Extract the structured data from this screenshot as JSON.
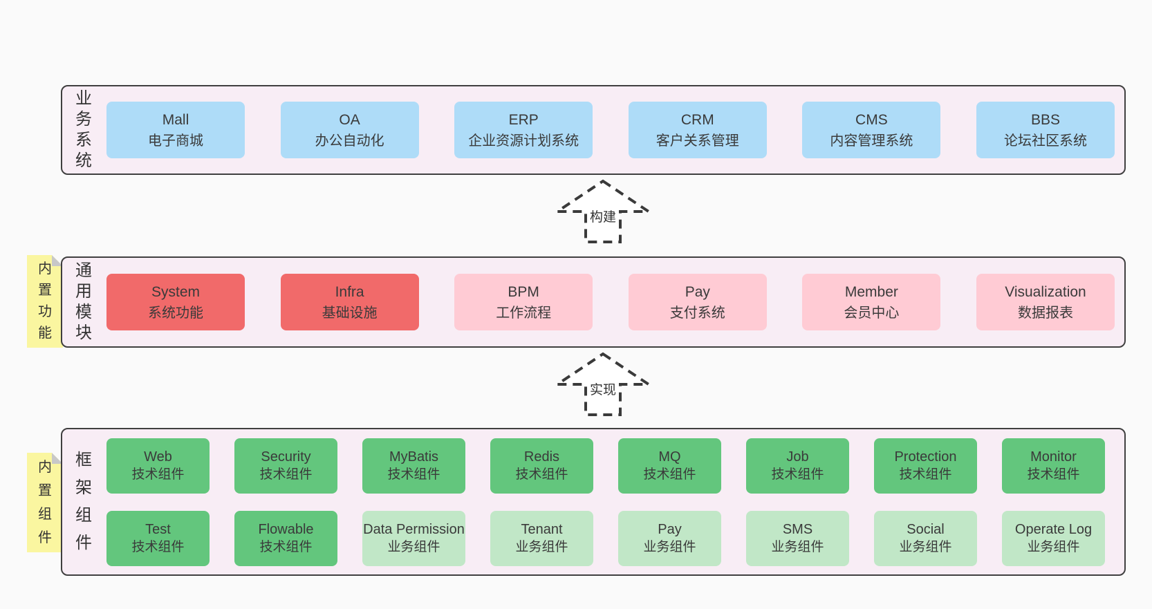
{
  "colors": {
    "page_background": "#fafafa",
    "layer_background": "#f8edf5",
    "layer_border": "#3f3f3f",
    "business_box_blue": "#aedcf8",
    "module_box_red": "#f16a6a",
    "module_box_pink": "#ffcbd4",
    "component_box_green_dark": "#63c67d",
    "component_box_green_light": "#c1e7c7",
    "sticky_yellow": "#faf6a0",
    "sticky_fold_gray": "#c8c8c8",
    "text": "#3a3a3a"
  },
  "arrows": [
    {
      "label": "构建"
    },
    {
      "label": "实现"
    }
  ],
  "layers": {
    "business": {
      "label": "业务系统",
      "boxes": [
        {
          "title": "Mall",
          "subtitle": "电子商城"
        },
        {
          "title": "OA",
          "subtitle": "办公自动化"
        },
        {
          "title": "ERP",
          "subtitle": "企业资源计划系统"
        },
        {
          "title": "CRM",
          "subtitle": "客户关系管理"
        },
        {
          "title": "CMS",
          "subtitle": "内容管理系统"
        },
        {
          "title": "BBS",
          "subtitle": "论坛社区系统"
        }
      ]
    },
    "modules": {
      "label": "通用模块",
      "sticky": "内置功能",
      "boxes": [
        {
          "title": "System",
          "subtitle": "系统功能"
        },
        {
          "title": "Infra",
          "subtitle": "基础设施"
        },
        {
          "title": "BPM",
          "subtitle": "工作流程"
        },
        {
          "title": "Pay",
          "subtitle": "支付系统"
        },
        {
          "title": "Member",
          "subtitle": "会员中心"
        },
        {
          "title": "Visualization",
          "subtitle": "数据报表"
        }
      ]
    },
    "components": {
      "label": "框架组件",
      "sticky": "内置组件",
      "row1": [
        {
          "title": "Web",
          "subtitle": "技术组件"
        },
        {
          "title": "Security",
          "subtitle": "技术组件"
        },
        {
          "title": "MyBatis",
          "subtitle": "技术组件"
        },
        {
          "title": "Redis",
          "subtitle": "技术组件"
        },
        {
          "title": "MQ",
          "subtitle": "技术组件"
        },
        {
          "title": "Job",
          "subtitle": "技术组件"
        },
        {
          "title": "Protection",
          "subtitle": "技术组件"
        },
        {
          "title": "Monitor",
          "subtitle": "技术组件"
        }
      ],
      "row2": [
        {
          "title": "Test",
          "subtitle": "技术组件"
        },
        {
          "title": "Flowable",
          "subtitle": "技术组件"
        },
        {
          "title": "Data Permission",
          "subtitle": "业务组件"
        },
        {
          "title": "Tenant",
          "subtitle": "业务组件"
        },
        {
          "title": "Pay",
          "subtitle": "业务组件"
        },
        {
          "title": "SMS",
          "subtitle": "业务组件"
        },
        {
          "title": "Social",
          "subtitle": "业务组件"
        },
        {
          "title": "Operate Log",
          "subtitle": "业务组件"
        }
      ]
    }
  }
}
